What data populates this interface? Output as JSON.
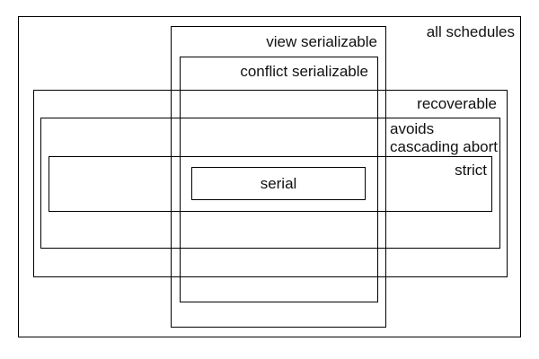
{
  "colors": {
    "background": "#ffffff",
    "line": "#000000",
    "text": "#111111"
  },
  "labels": {
    "all_schedules": "all schedules",
    "view_serializable": "view serializable",
    "conflict_serializable": "conflict serializable",
    "recoverable": "recoverable",
    "avoids_line1": "avoids",
    "avoids_line2": "cascading abort",
    "strict": "strict",
    "serial": "serial"
  }
}
